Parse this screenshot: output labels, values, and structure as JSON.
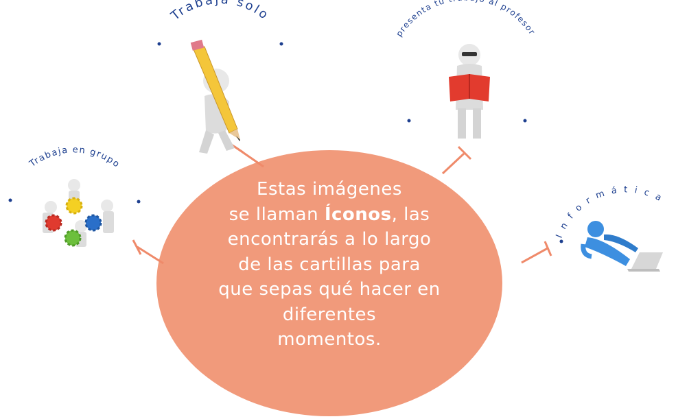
{
  "colors": {
    "bubble": "#f19a7b",
    "connector": "#ef8a6a",
    "label": "#1d3f8f",
    "figure": "#e6e6e6",
    "pencil": "#f4c63a",
    "book": "#e23b2e",
    "gear_red": "#e03a2f",
    "gear_yellow": "#f4d023",
    "gear_blue": "#2a6fc9",
    "gear_green": "#6cbf3c",
    "blue_figure": "#3d8fe0"
  },
  "center": {
    "line1": "Estas imágenes",
    "line2_before": "se llaman ",
    "line2_bold": "Íconos",
    "line2_after": ", las",
    "line3": "encontrarás a lo largo",
    "line4": "de las cartillas para",
    "line5": "que sepas qué hacer en",
    "line6": "diferentes",
    "line7": "momentos."
  },
  "icons": [
    {
      "label": "Trabaja solo",
      "icon": "pencil-figure-icon"
    },
    {
      "label": "presenta tu trabajo al profesor",
      "icon": "reading-figure-icon"
    },
    {
      "label": "Trabaja en grupo",
      "icon": "gears-team-icon"
    },
    {
      "label": "Informática",
      "icon": "laptop-figure-icon"
    }
  ]
}
